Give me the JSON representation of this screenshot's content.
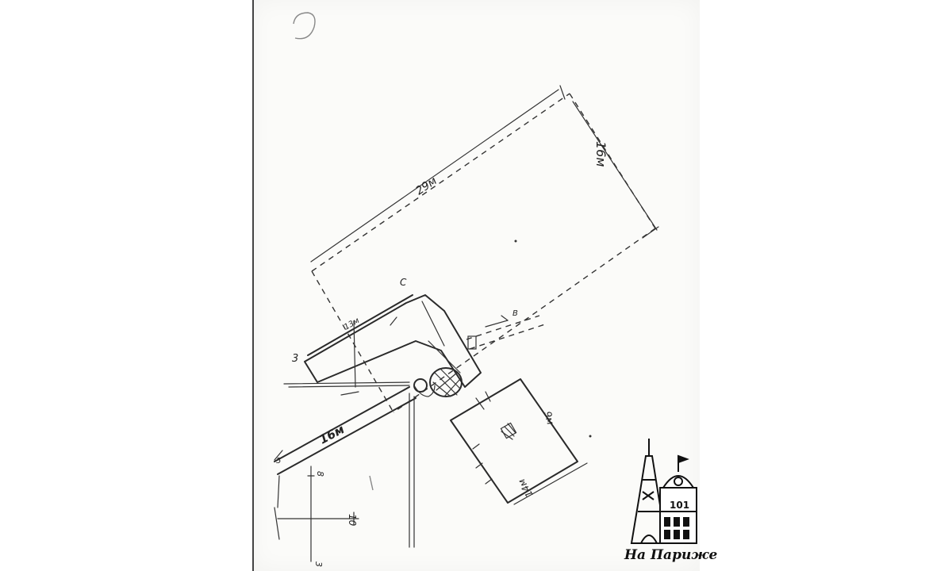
{
  "diagram": {
    "labels": {
      "big_length": "29м",
      "big_width": "16м",
      "corner_c": "C",
      "small_width": "13м",
      "left_3": "3",
      "arrow_b": "B",
      "path_length": "16м",
      "house_side_1": "9м",
      "house_side_2": "14м",
      "bottom_10": "10",
      "bottom_8": "8",
      "bottom_3": "3",
      "left_5": "5"
    }
  },
  "brand": {
    "logo_text": "На Париже",
    "logo_icon": "eiffel-tower-and-tower-logo",
    "sign_number": "101"
  }
}
